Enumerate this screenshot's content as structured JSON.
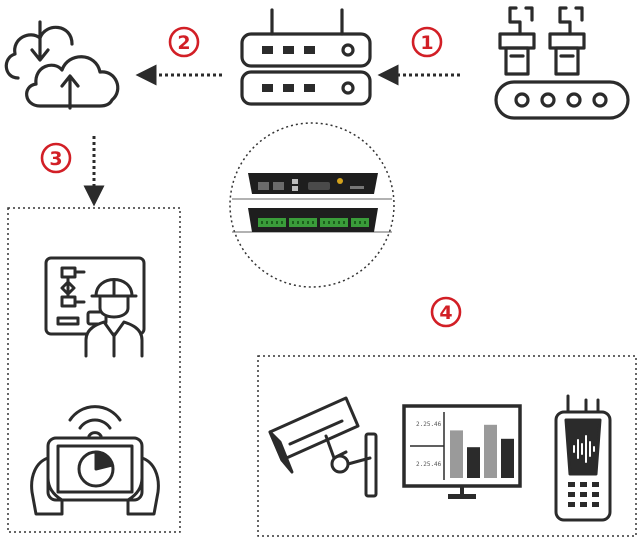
{
  "steps": [
    {
      "number": "1"
    },
    {
      "number": "2"
    },
    {
      "number": "3"
    },
    {
      "number": "4"
    }
  ],
  "monitor": {
    "readout_top": "2.25.46",
    "readout_bottom": "2.25.46",
    "bars": [
      0.85,
      0.55,
      0.95,
      0.7
    ]
  },
  "colors": {
    "accent": "#d21f26",
    "ink": "#2b2b2b",
    "hardware": "#1e1e1e",
    "terminal": "#3a9d3a",
    "bar_gray": "#9a9a9a"
  },
  "icons": [
    "cloud-sync-icon",
    "router-icon",
    "conveyor-robot-icon",
    "gateway-hardware-icon",
    "engineer-hmi-icon",
    "tablet-remote-icon",
    "security-camera-icon",
    "monitor-chart-icon",
    "handheld-radio-icon"
  ]
}
